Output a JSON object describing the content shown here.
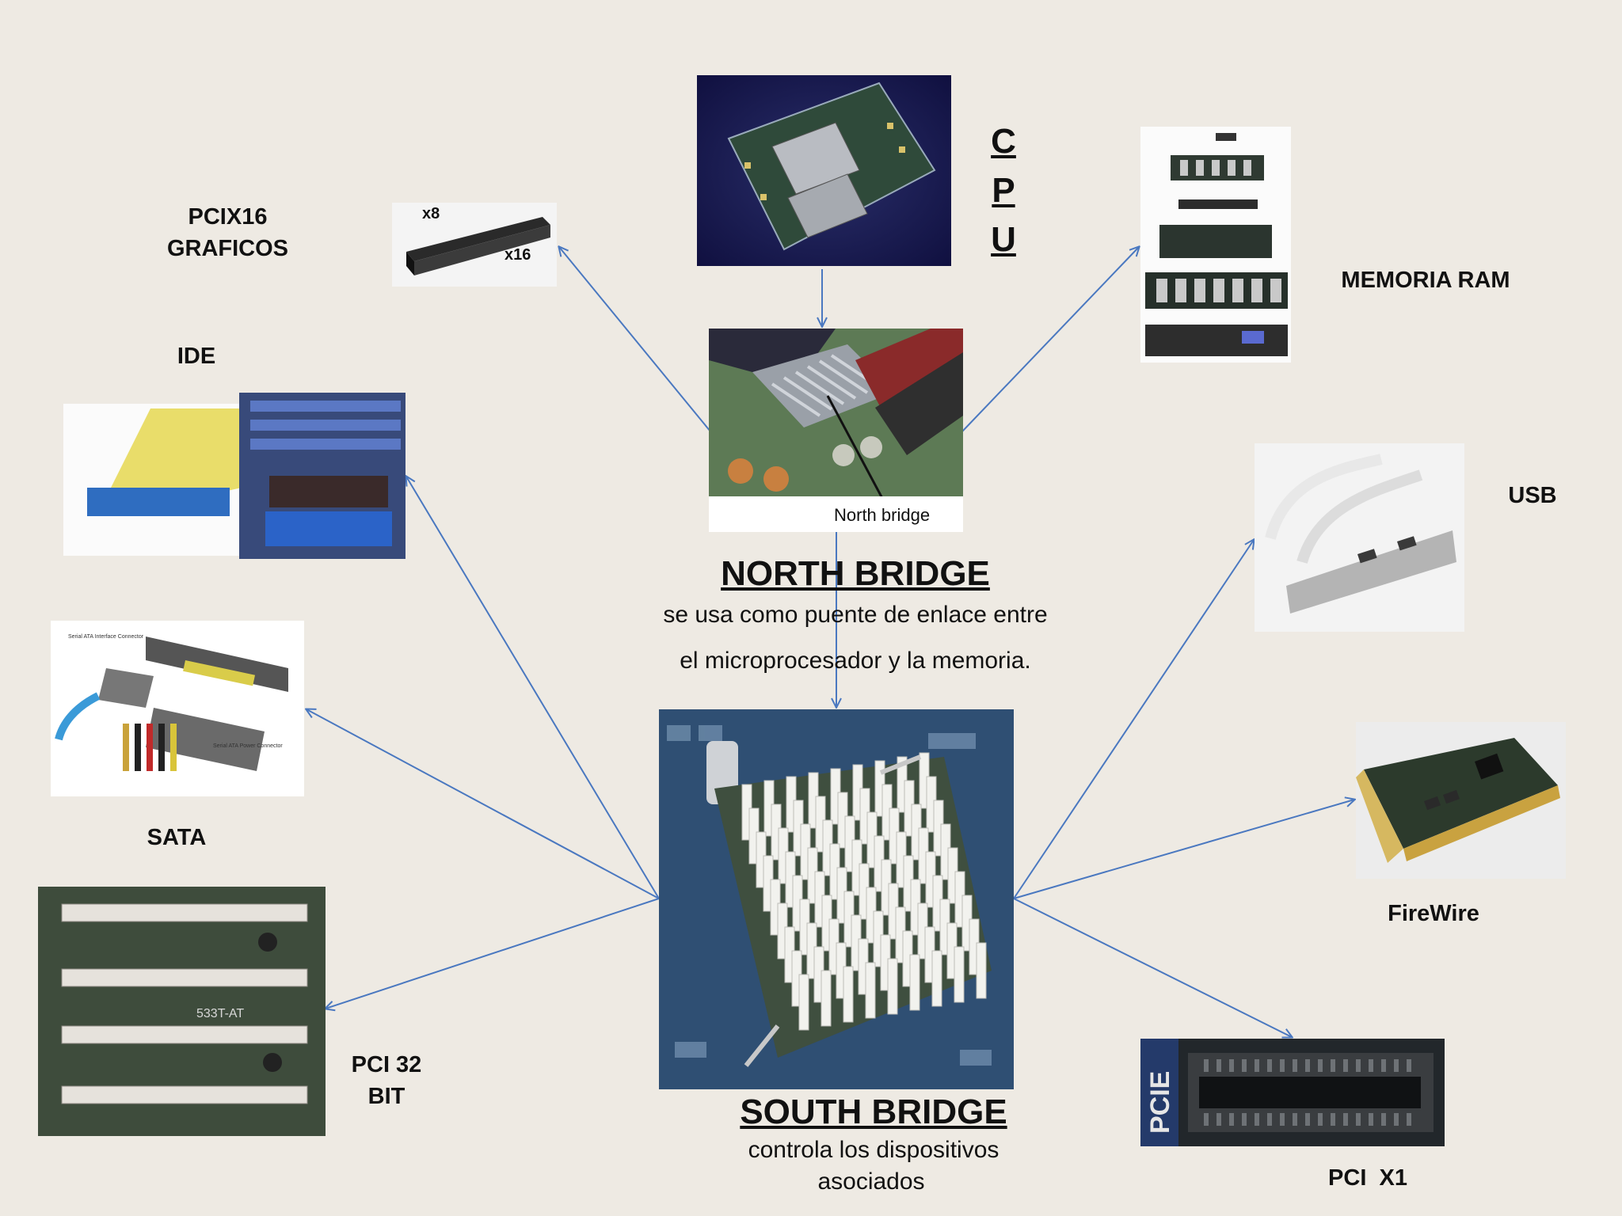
{
  "cpu": {
    "letters": [
      "C",
      "P",
      "U"
    ]
  },
  "north_bridge": {
    "photo_caption": "North bridge",
    "title": "NORTH BRIDGE",
    "desc_line1": "se usa como puente de enlace entre",
    "desc_line2": "el microprocesador y la memoria."
  },
  "south_bridge": {
    "title": "SOUTH BRIDGE",
    "desc_line1": "controla los dispositivos",
    "desc_line2": "asociados"
  },
  "labels": {
    "pcix16_line1": "PCIX16",
    "pcix16_line2": "GRAFICOS",
    "ram": "MEMORIA RAM",
    "ide": "IDE",
    "usb": "USB",
    "sata": "SATA",
    "firewire": "FireWire",
    "pci32_line1": "PCI 32",
    "pci32_line2": "BIT",
    "pcix1": "PCI  X1"
  },
  "photo_text": {
    "pcix16_x8": "x8",
    "pcix16_x16": "x16",
    "sata_connector": "Serial ATA Interface Connector",
    "sata_power": "Serial ATA Power Connector",
    "pci_board": "533T-AT",
    "pcie": "PCIE"
  },
  "colors": {
    "arrow": "#4a78c0",
    "background": "#eeeae3"
  }
}
